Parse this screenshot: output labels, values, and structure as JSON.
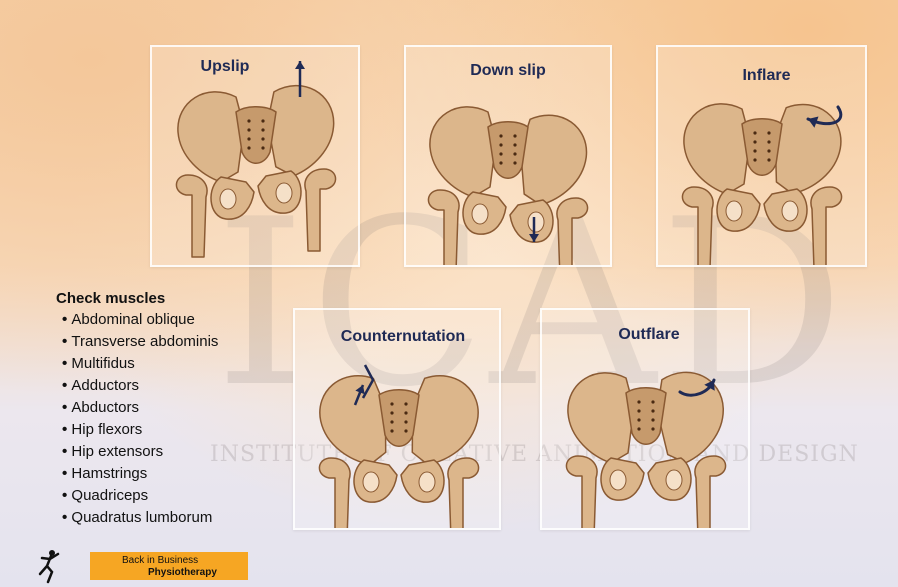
{
  "watermark": {
    "letters": "ICAD",
    "subtitle": "INSTITUTE OF CREATIVE ANIMATION AND DESIGN"
  },
  "panels": [
    {
      "id": "upslip",
      "title": "Upslip",
      "arrow": "up"
    },
    {
      "id": "downslip",
      "title": "Down slip",
      "arrow": "down"
    },
    {
      "id": "inflare",
      "title": "Inflare",
      "arrow": "curved-in"
    },
    {
      "id": "counternutation",
      "title": "Counternutation",
      "arrow": "rotation"
    },
    {
      "id": "outflare",
      "title": "Outflare",
      "arrow": "curved-out"
    }
  ],
  "checklist": {
    "heading": "Check muscles",
    "items": [
      "Abdominal oblique",
      "Transverse abdominis",
      "Multifidus",
      "Adductors",
      "Abductors",
      "Hip flexors",
      "Hip extensors",
      "Hamstrings",
      "Quadriceps",
      "Quadratus lumborum"
    ]
  },
  "logo": {
    "line1": "Back in Business",
    "line2": "Physiotherapy"
  },
  "colors": {
    "bone": "#dcb68b",
    "bone_outline": "#8a5a33",
    "bone_shade": "#c69a6c",
    "arrow": "#1f2a55",
    "title": "#1f2a55",
    "logo_bar": "#f6a623"
  }
}
